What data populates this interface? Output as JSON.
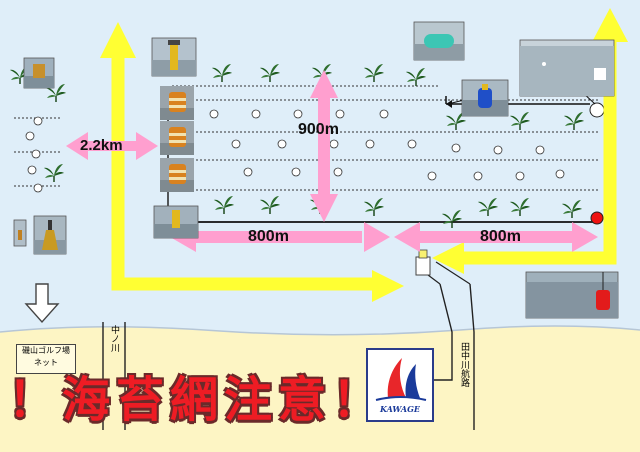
{
  "labels": {
    "dist_offshore": "2.2km",
    "dist_width": "900m",
    "dist_left": "800m",
    "dist_right": "800m"
  },
  "places": {
    "golf_line1": "磯山ゴルフ場",
    "golf_line2": "ネット",
    "river_nakano": "中ノ川",
    "route_tanaka": "田中川航路"
  },
  "warning": "！海苔網注意！",
  "logo_text": "KAWAGE",
  "colors": {
    "sea": "#dfeef9",
    "shore": "#fdf5c4",
    "arrow_yellow": "#ffff33",
    "arrow_pink": "#ff9fcf",
    "warning_red": "#ee1c24",
    "buoy_red": "#ee1111"
  },
  "icons": [
    "seaweed-icon",
    "float-buoy-icon",
    "lighthouse-icon",
    "down-arrow-icon",
    "logo-sail-icon"
  ]
}
